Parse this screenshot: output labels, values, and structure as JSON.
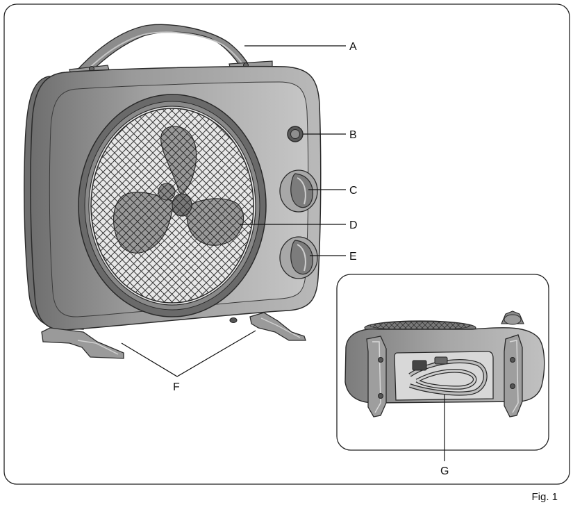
{
  "figure": {
    "caption": "Fig. 1",
    "callouts": {
      "A": "A",
      "B": "B",
      "C": "C",
      "D": "D",
      "E": "E",
      "F": "F",
      "G": "G"
    }
  },
  "colors": {
    "body": "#8f8f8f",
    "body_light": "#b5b5b5",
    "body_dark": "#5f5f5f",
    "outline": "#2a2a2a",
    "blade": "#9a9a9a",
    "grille": "#222222",
    "frame": "#555555"
  }
}
